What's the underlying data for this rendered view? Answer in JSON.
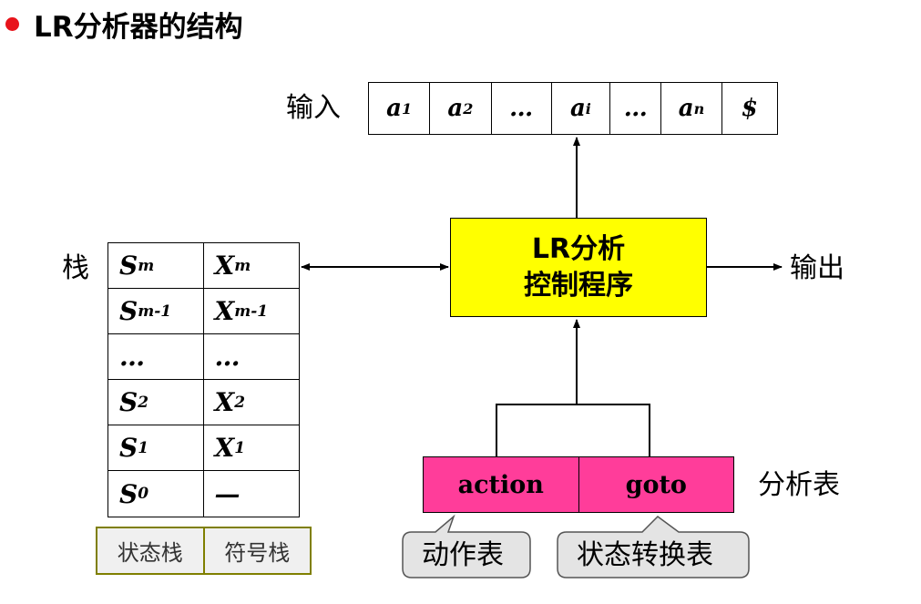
{
  "title": "LR分析器的结构",
  "colors": {
    "bullet": "#e8141b",
    "controller_fill": "#ffff00",
    "table_fill": "#ff3d9a",
    "stack_label_border": "#7f7f00"
  },
  "input": {
    "label": "输入",
    "cells": [
      {
        "text": "a",
        "sub": "1"
      },
      {
        "text": "a",
        "sub": "2"
      },
      {
        "text": "…",
        "sub": ""
      },
      {
        "text": "a",
        "sub": "i"
      },
      {
        "text": "…",
        "sub": ""
      },
      {
        "text": "a",
        "sub": "n"
      },
      {
        "text": "$",
        "sub": ""
      }
    ]
  },
  "controller": {
    "line1": "LR分析",
    "line2": "控制程序"
  },
  "output_label": "输出",
  "stack": {
    "label": "栈",
    "rows": [
      {
        "s": "S",
        "s_sub": "m",
        "x": "X",
        "x_sub": "m"
      },
      {
        "s": "S",
        "s_sub": "m-1",
        "x": "X",
        "x_sub": "m-1"
      },
      {
        "s": "…",
        "s_sub": "",
        "x": "…",
        "x_sub": ""
      },
      {
        "s": "S",
        "s_sub": "2",
        "x": "X",
        "x_sub": "2"
      },
      {
        "s": "S",
        "s_sub": "1",
        "x": "X",
        "x_sub": "1"
      },
      {
        "s": "S",
        "s_sub": "0",
        "x": "—",
        "x_sub": ""
      }
    ],
    "state_stack_label": "状态栈",
    "symbol_stack_label": "符号栈"
  },
  "parse_table": {
    "label": "分析表",
    "action": "action",
    "goto": "goto"
  },
  "callouts": {
    "action_table": "动作表",
    "goto_table": "状态转换表"
  }
}
